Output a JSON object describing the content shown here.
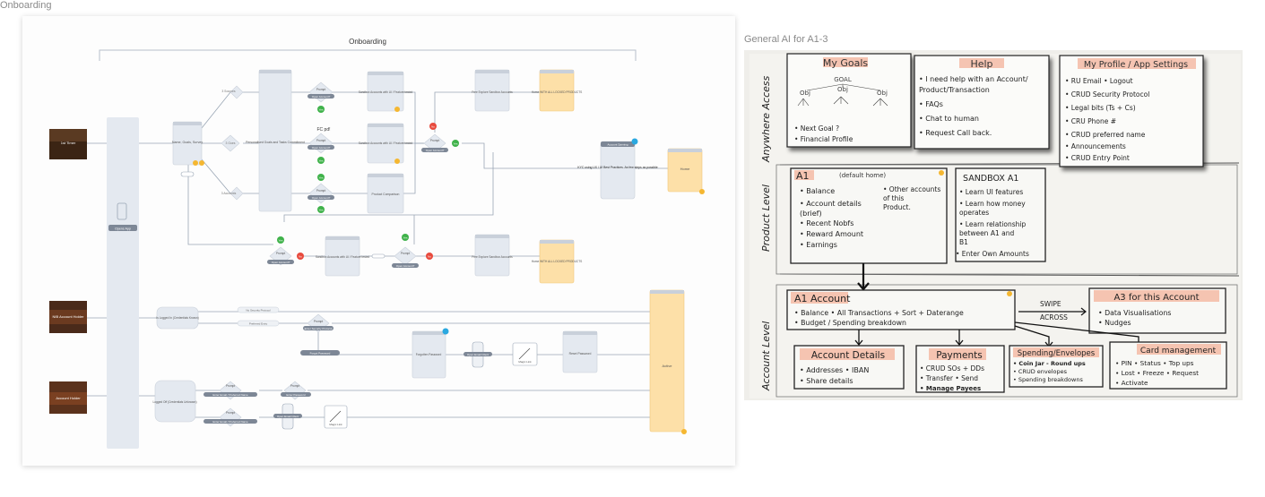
{
  "frames": {
    "left_label": "Onboarding",
    "right_label": "General AI for A1-3"
  },
  "flow": {
    "title": "Onboarding",
    "personas": [
      "1st Timer",
      "NIB Account Holder",
      "Account Holder"
    ],
    "lane_bar": "Opens App",
    "nodes": {
      "survey": "Name, Goals, Survey",
      "branch_upper": "3 Sources",
      "branch_mid": "3 Goes",
      "branch_lower": "3 Accounts",
      "personalised": "Personalised Goals and Tasks Commitment",
      "prompt": "Prompt",
      "open_account": "Open Account?",
      "sandbox_a": "Sandbox Accounts with UI / Feature tested",
      "sandbox_b": "Sandbox Accounts with UI / Feature tested",
      "product_comparison": "Product Comparison",
      "fc_label": "FC pd!",
      "free_explore_top": "Free Explore Sandbox Accounts",
      "home_top": "Home WITH ALL LOCKED PRODUCTS",
      "kyc_tag": "Account Opening",
      "kyc": "KYC using UX / UI Best Practices. As few steps as possible",
      "home_right": "Home",
      "bottom_prompt": "Prompt",
      "bottom_open": "Open Account?",
      "bottom_sandbox": "Sandbox Accounts with UI / Feature tested",
      "free_explore_bottom": "Free Explore Sandbox Accounts",
      "home_bottom": "Home WITH ALL LOCKED PRODUCTS",
      "logged_in": "Is Logged In (Credentials Known)",
      "no_security": "No Security Protocol",
      "preferred_entry": "Preferred Entry",
      "prompt_security": "Prompt",
      "security_pill": "Enter Security Protocol",
      "forgot": "Forgot Password",
      "forgotten_password": "Forgotten Password",
      "open_email": "Open Email Client",
      "magic_link": "Magic Link",
      "reset_password": "Reset Password",
      "active": "Active",
      "logged_out": "Logged Off (Credentials Unknown)",
      "prompt_email": "Prompt",
      "email_pill": "Enter Email / Preferred Name",
      "prompt_pw": "Prompt",
      "pw_pill": "Enter Password",
      "prompt_email2": "Prompt",
      "email_pill2": "Enter Email / Preferred Name",
      "open_email2": "Open Email Client",
      "magic_link2": "Magic Link",
      "yes": "Yes",
      "no": "No"
    }
  },
  "sketch": {
    "side_labels": [
      "Anywhere Access",
      "Product Level",
      "Account Level"
    ],
    "my_goals": {
      "title": "My Goals",
      "goal": "GOAL",
      "objs": [
        "Obj",
        "Obj",
        "Obj"
      ],
      "items": [
        "• Next Goal ?",
        "• Financial Profile"
      ]
    },
    "help": {
      "title": "Help",
      "items": [
        "• I need help with an Account/",
        "  Product/Transaction",
        "• FAQs",
        "• Chat to human",
        "• Request Call back."
      ]
    },
    "profile": {
      "title": "My Profile / App Settings",
      "items": [
        "• RU Email   • Logout",
        "• CRUD Security Protocol",
        "• Legal bits (Ts + Cs)",
        "• CRU Phone #",
        "• CRUD preferred name",
        "• Announcements",
        "• CRUD Entry Point"
      ]
    },
    "a1": {
      "title": "A1",
      "subtitle": "(default home)",
      "items": [
        "• Balance",
        "• Account details",
        "  (brief)",
        "• Recent Nobfs",
        "• Reward Amount",
        "• Earnings"
      ],
      "side": [
        "• Other accounts",
        "  of this",
        "  Product."
      ]
    },
    "sandbox": {
      "title": "SANDBOX A1",
      "items": [
        "• Learn UI features",
        "• Learn how money",
        "  operates",
        "• Learn relationship",
        "  between A1 and",
        "  B1",
        "• Enter Own Amounts"
      ]
    },
    "a1_account": {
      "title": "A1 Account",
      "items": [
        "• Balance   • All Transactions + Sort + Daterange",
        "• Budget / Spending breakdown"
      ]
    },
    "swipe": [
      "SWIPE",
      "ACROSS"
    ],
    "a3": {
      "title": "A3 for this Account",
      "items": [
        "• Data Visualisations",
        "• Nudges"
      ]
    },
    "account_details": {
      "title": "Account Details",
      "items": [
        "• Addresses • IBAN",
        "• Share details"
      ]
    },
    "payments": {
      "title": "Payments",
      "items": [
        "• CRUD SOs + DDs",
        "• Transfer • Send",
        "• Manage Payees"
      ]
    },
    "spending": {
      "title": "Spending/Envelopes",
      "items": [
        "• Coin Jar - Round ups",
        "• CRUD envelopes",
        "• Spending breakdowns"
      ]
    },
    "card": {
      "title": "Card management",
      "items": [
        "• PIN • Status • Top ups",
        "• Lost • Freeze • Request",
        "  • Activate"
      ]
    }
  }
}
